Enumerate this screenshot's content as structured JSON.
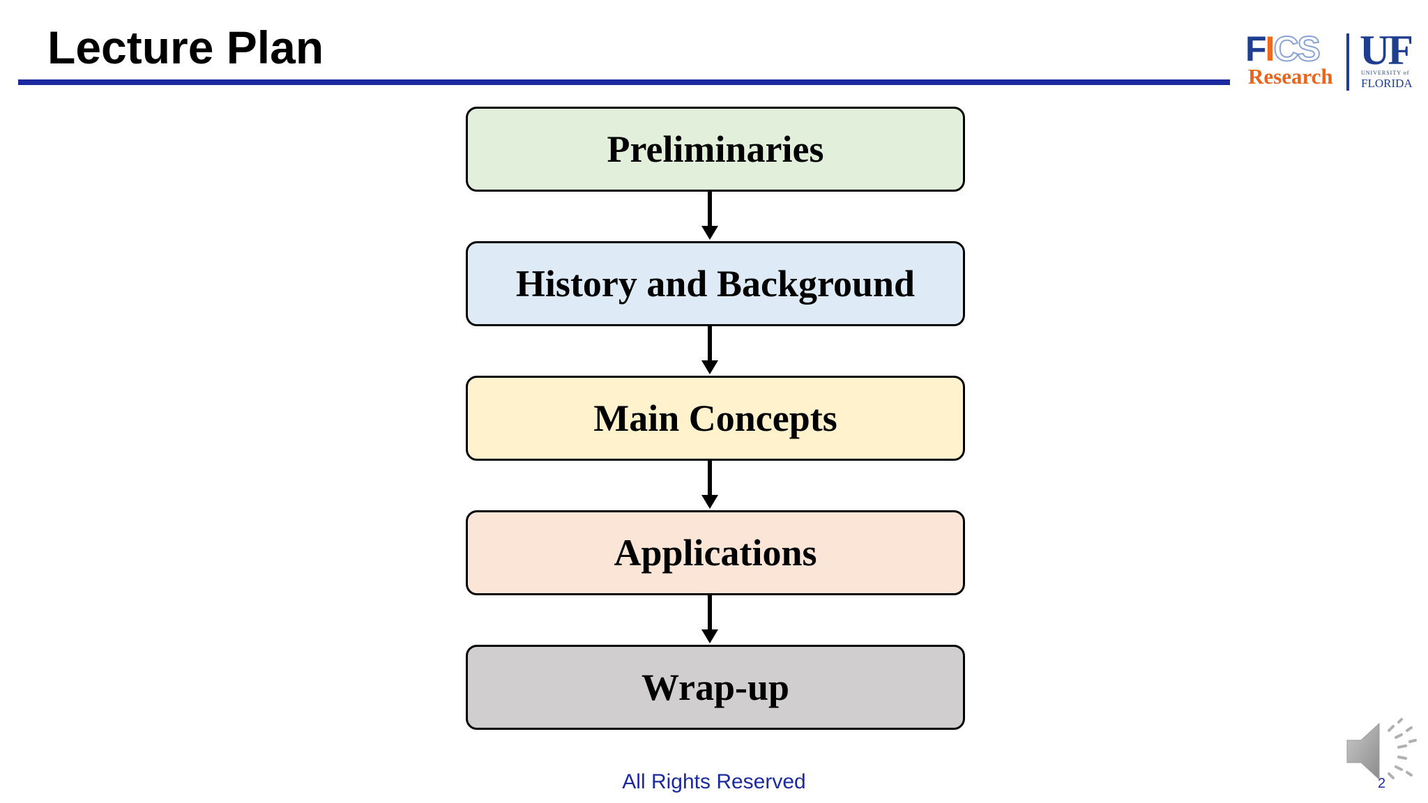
{
  "slide": {
    "title": "Lecture Plan",
    "footer": "All Rights Reserved",
    "page_number": "2"
  },
  "logo": {
    "fics_f": "F",
    "fics_i": "I",
    "fics_cs": "CS",
    "research": "Research",
    "uf": "UF",
    "university_of": "UNIVERSITY of",
    "florida": "FLORIDA"
  },
  "flow": {
    "steps": [
      {
        "label": "Preliminaries",
        "color": "#e2efda"
      },
      {
        "label": "History and Background",
        "color": "#deebf7"
      },
      {
        "label": "Main Concepts",
        "color": "#fff2cc"
      },
      {
        "label": "Applications",
        "color": "#fbe5d6"
      },
      {
        "label": "Wrap-up",
        "color": "#d0cece"
      }
    ]
  },
  "colors": {
    "accent": "#1c2aa0",
    "uf_blue": "#1f3e8f",
    "uf_orange": "#e8651b"
  },
  "icons": {
    "audio": "speaker-icon"
  }
}
